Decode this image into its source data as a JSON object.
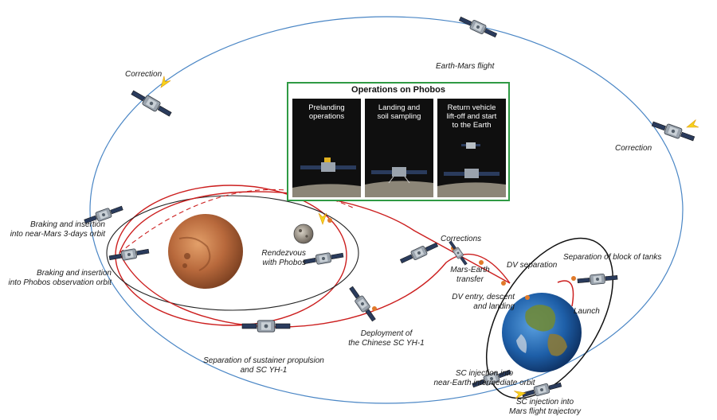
{
  "inset": {
    "title": "Operations on Phobos",
    "panels": [
      {
        "lines": [
          "Prelanding",
          "operations"
        ]
      },
      {
        "lines": [
          "Landing and",
          "soil sampling"
        ]
      },
      {
        "lines": [
          "Return vehicle",
          "lift-off and start",
          "to the Earth"
        ]
      }
    ]
  },
  "labels": {
    "earth_mars_flight": "Earth-Mars flight",
    "correction_left": "Correction",
    "correction_right": "Correction",
    "braking_3day": [
      "Braking and insertion",
      "into near-Mars 3-days orbit"
    ],
    "braking_phobos": [
      "Braking and insertion",
      "into Phobos observation orbit"
    ],
    "rendezvous": [
      "Rendezvous",
      "with Phobos"
    ],
    "corrections": "Corrections",
    "mars_earth_transfer": [
      "Mars-Earth",
      "transfer"
    ],
    "dv_separation": "DV separation",
    "separation_tanks": "Separation of block of tanks",
    "dv_entry": [
      "DV entry, descent",
      "and landing"
    ],
    "launch": "Launch",
    "deployment_yh1": [
      "Deployment of",
      "the Chinese SC YH-1"
    ],
    "separation_sustainer": [
      "Separation of sustainer propulsion",
      "and SC YH-1"
    ],
    "sc_injection_near_earth": [
      "SC injection into",
      "near-Earth intermediate orbit"
    ],
    "sc_injection_mars": [
      "SC injection into",
      "Mars flight trajectory"
    ]
  },
  "colors": {
    "transfer_orbit": "#4a86c5",
    "mars_orbit_red": "#cc1f1f",
    "mars_orbit_dark": "#222222",
    "inset_border": "#2f9a44",
    "panel_bg": "#0f0f0f"
  },
  "icons": [
    "spacecraft-icon",
    "mars-planet",
    "earth-planet",
    "phobos-moon",
    "engine-flare-icon"
  ]
}
